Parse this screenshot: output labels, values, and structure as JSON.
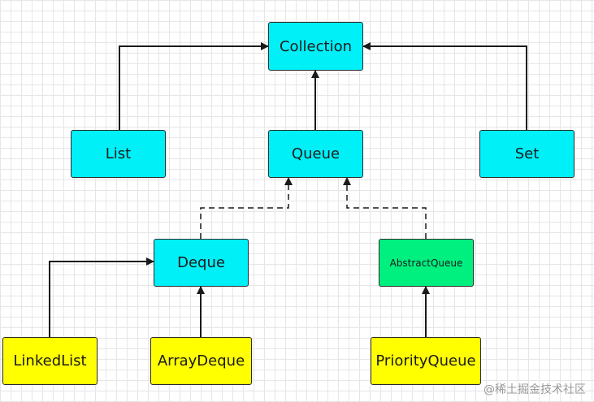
{
  "nodes": {
    "collection": "Collection",
    "list": "List",
    "queue": "Queue",
    "set": "Set",
    "deque": "Deque",
    "abstract_queue": "AbstractQueue",
    "linked_list": "LinkedList",
    "array_deque": "ArrayDeque",
    "priority_queue": "PriorityQueue"
  },
  "colors": {
    "interface": "#00f0f8",
    "abstract_class": "#00f080",
    "concrete_class": "#ffff00"
  },
  "watermark": "@稀土掘金技术社区"
}
